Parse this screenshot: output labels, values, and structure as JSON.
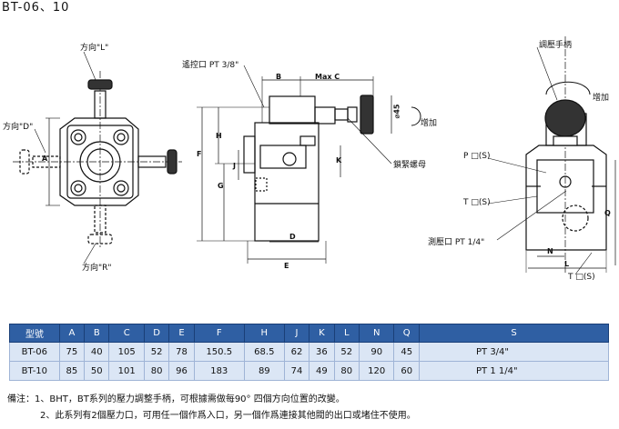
{
  "page": {
    "title": "BT-06、10"
  },
  "labels": {
    "dir_l": "方向\"L\"",
    "dir_d": "方向\"D\"",
    "dir_r": "方向\"R\"",
    "remote": "遙控口 PT 3/8\"",
    "max_c": "Max C",
    "b": "B",
    "h": "H",
    "f": "F",
    "g": "G",
    "j": "J",
    "k": "K",
    "d": "D",
    "e": "E",
    "a": "A",
    "phi45": "⌀45",
    "increase": "增加",
    "lock_nut": "鎖緊螺母",
    "handle": "調壓手柄",
    "p_port": "P □(S)",
    "t_port": "T □(S)",
    "gauge": "測壓口 PT 1/4\"",
    "n": "N",
    "l": "L",
    "q": "Q",
    "t_port2": "T □(S)"
  },
  "table": {
    "headers": [
      "型號",
      "A",
      "B",
      "C",
      "D",
      "E",
      "F",
      "H",
      "J",
      "K",
      "L",
      "N",
      "Q",
      "S"
    ],
    "rows": [
      [
        "BT-06",
        "75",
        "40",
        "105",
        "52",
        "78",
        "150.5",
        "68.5",
        "62",
        "36",
        "52",
        "90",
        "45",
        "PT 3/4\""
      ],
      [
        "BT-10",
        "85",
        "50",
        "101",
        "80",
        "96",
        "183",
        "89",
        "74",
        "49",
        "80",
        "120",
        "60",
        "PT 1 1/4\""
      ]
    ]
  },
  "notes": {
    "line1": "備注：1、BHT，BT系列的壓力調整手柄，可根據需做每90° 四個方向位置的改變。",
    "line2": "2、此系列有2個壓力口，可用任一個作爲入口，另一個作爲連接其他閥的出口或堵住不使用。"
  }
}
